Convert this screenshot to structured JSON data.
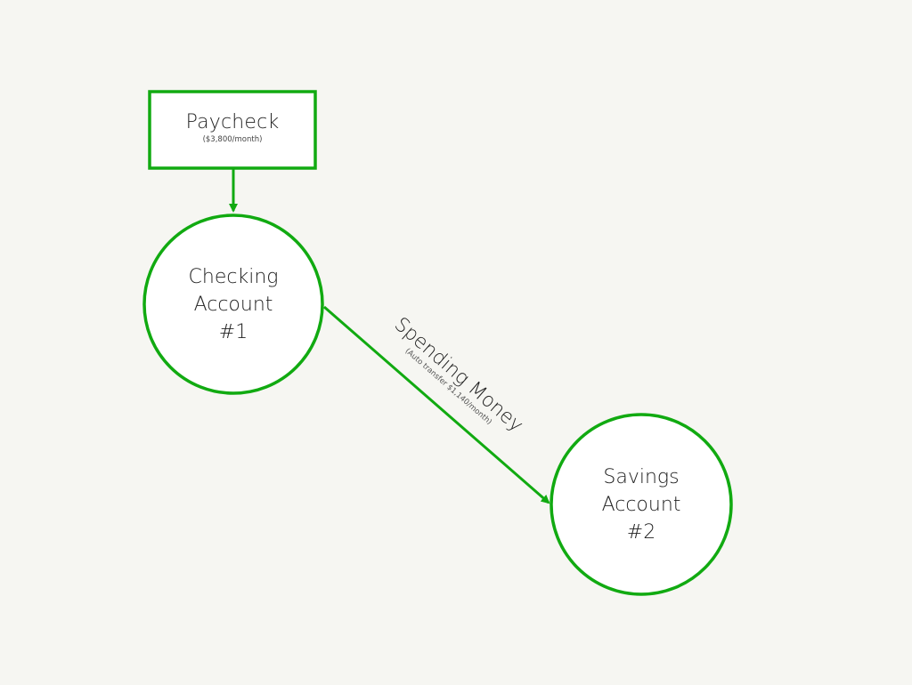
{
  "diagram": {
    "background": "#f6f6f2",
    "accent_color": "#11aa11",
    "nodes": {
      "paycheck": {
        "shape": "rectangle",
        "title": "Paycheck",
        "subtitle": "($3,800/month)"
      },
      "checking": {
        "shape": "circle",
        "line1": "Checking",
        "line2": "Account",
        "line3": "#1"
      },
      "savings": {
        "shape": "circle",
        "line1": "Savings",
        "line2": "Account",
        "line3": "#2"
      }
    },
    "edges": [
      {
        "from": "paycheck",
        "to": "checking",
        "label": ""
      },
      {
        "from": "checking",
        "to": "savings",
        "label": "Spending Money",
        "sublabel": "(Auto transfer $1,140/month)"
      }
    ]
  }
}
